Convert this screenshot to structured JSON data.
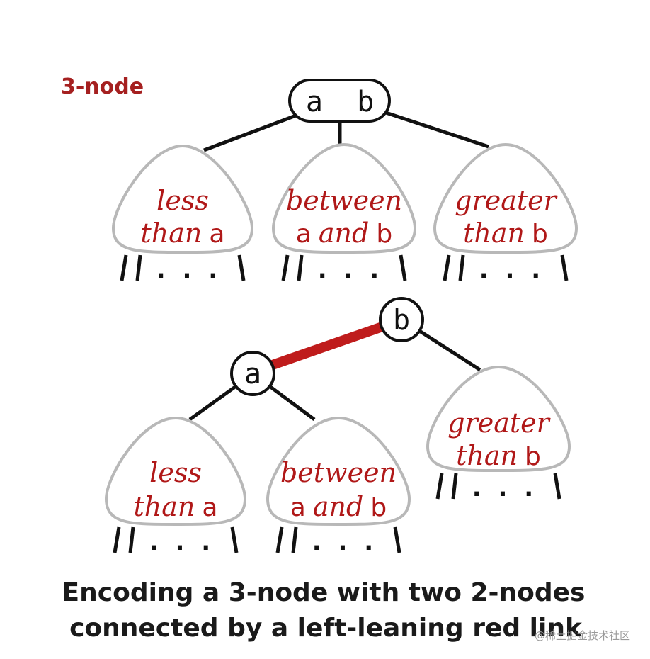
{
  "label": "3-node",
  "top_node": "a  b",
  "node_a": "a",
  "node_b": "b",
  "ellipsis": ". . .",
  "subtrees": {
    "less": {
      "line1": "less",
      "line2_word": "than",
      "line2_var": "a"
    },
    "between": {
      "line1": "between",
      "var1": "a",
      "mid": "and",
      "var2": "b"
    },
    "greater": {
      "line1": "greater",
      "line2_word": "than",
      "line2_var": "b"
    }
  },
  "caption": {
    "line1": "Encoding a 3-node with two 2-nodes",
    "line2": "connected by a left-leaning red link"
  },
  "watermark": "@稀土掘金技术社区",
  "colors": {
    "red_link": "#bf1c1c",
    "subtree_text": "#b01818",
    "subtree_outline": "#b8b8b8",
    "label": "#a52020"
  }
}
